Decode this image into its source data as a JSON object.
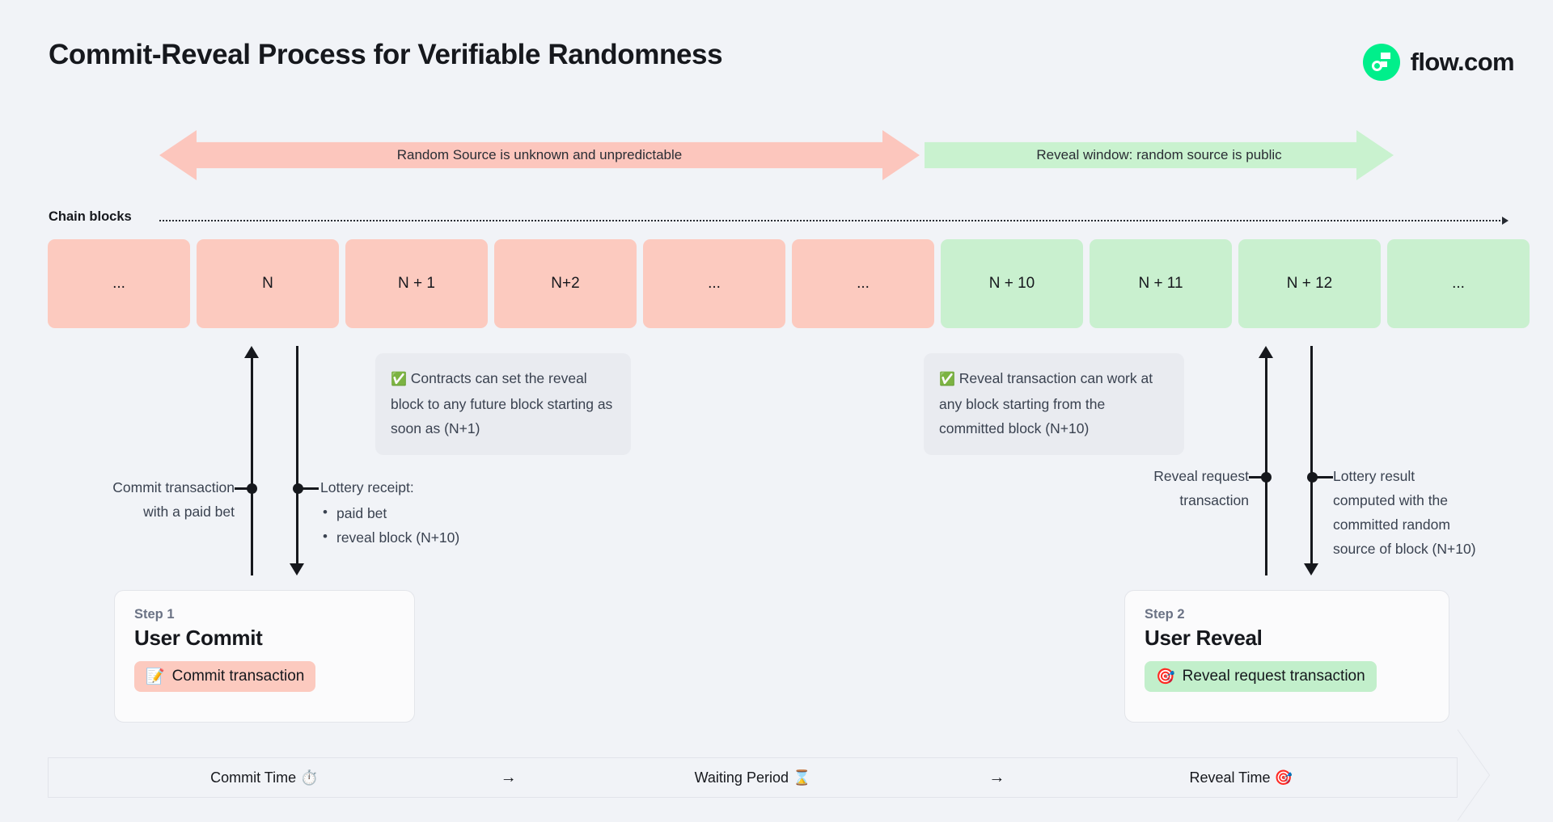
{
  "header": {
    "title": "Commit-Reveal Process for Verifiable Randomness",
    "brand_name": "flow.com",
    "brand_color": "#00ef8b"
  },
  "phases": [
    {
      "label": "Random Source is unknown and unpredictable",
      "color": "#fcc6bd"
    },
    {
      "label": "Reveal window: random source is public",
      "color": "#c9f2cf"
    }
  ],
  "chain": {
    "label": "Chain blocks",
    "blocks": [
      {
        "label": "...",
        "state": "pink"
      },
      {
        "label": "N",
        "state": "pink"
      },
      {
        "label": "N + 1",
        "state": "pink"
      },
      {
        "label": "N+2",
        "state": "pink"
      },
      {
        "label": "...",
        "state": "pink"
      },
      {
        "label": "...",
        "state": "pink"
      },
      {
        "label": "N + 10",
        "state": "green"
      },
      {
        "label": "N + 11",
        "state": "green"
      },
      {
        "label": "N + 12",
        "state": "green"
      },
      {
        "label": "...",
        "state": "green"
      }
    ]
  },
  "callouts": [
    {
      "icon": "✅",
      "text": "Contracts can set the reveal block to any future block starting as soon as (N+1)"
    },
    {
      "icon": "✅",
      "text": "Reveal transaction can work at any block starting from the committed block (N+10)"
    }
  ],
  "annotations": {
    "commit": {
      "line1": "Commit transaction",
      "line2": "with a paid bet"
    },
    "receipt": {
      "heading": "Lottery receipt:",
      "bullets": [
        "paid bet",
        "reveal block (N+10)"
      ]
    },
    "reveal_request": {
      "line1": "Reveal request",
      "line2": "transaction"
    },
    "lottery_result": {
      "line1": "Lottery result",
      "line2": "computed with the",
      "line3": "committed random",
      "line4": "source of block (N+10)"
    }
  },
  "steps": [
    {
      "kicker": "Step 1",
      "title": "User Commit",
      "chip_icon": "📝",
      "chip_label": "Commit transaction",
      "chip_color": "#fccabf"
    },
    {
      "kicker": "Step 2",
      "title": "User Reveal",
      "chip_icon": "🎯",
      "chip_label": "Reveal request transaction",
      "chip_color": "#c2efcb"
    }
  ],
  "timeline": {
    "cells": [
      "Commit Time ⏱️",
      "Waiting Period ⌛",
      "Reveal Time 🎯"
    ],
    "separator": "→"
  }
}
